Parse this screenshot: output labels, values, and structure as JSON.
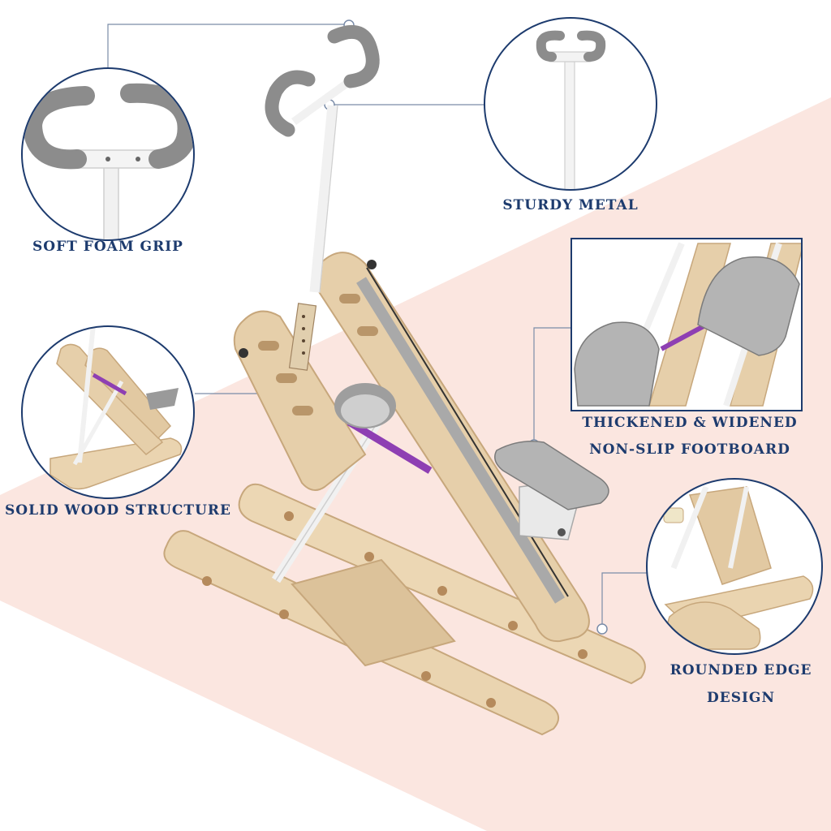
{
  "palette": {
    "background": "#ffffff",
    "pink_band": "#fbe6e0",
    "label_text": "#1d3b6e",
    "circle_border": "#1d3b6e",
    "wood": "#ead4b0",
    "wood_edge": "#c7a77c",
    "metal": "#f1f1f1",
    "grip": "#8c8c8c",
    "resistance_band": "#8e3fb3",
    "footboard": "#b4b4b4"
  },
  "callouts": {
    "soft_foam_grip": "SOFT FOAM GRIP",
    "sturdy_metal": "STURDY METAL",
    "solid_wood_structure": "SOLID WOOD STRUCTURE",
    "footboard_line1": "THICKENED & WIDENED",
    "footboard_line2": "NON-SLIP FOOTBOARD",
    "rounded_edge_line1": "ROUNDED EDGE",
    "rounded_edge_line2": "DESIGN"
  }
}
